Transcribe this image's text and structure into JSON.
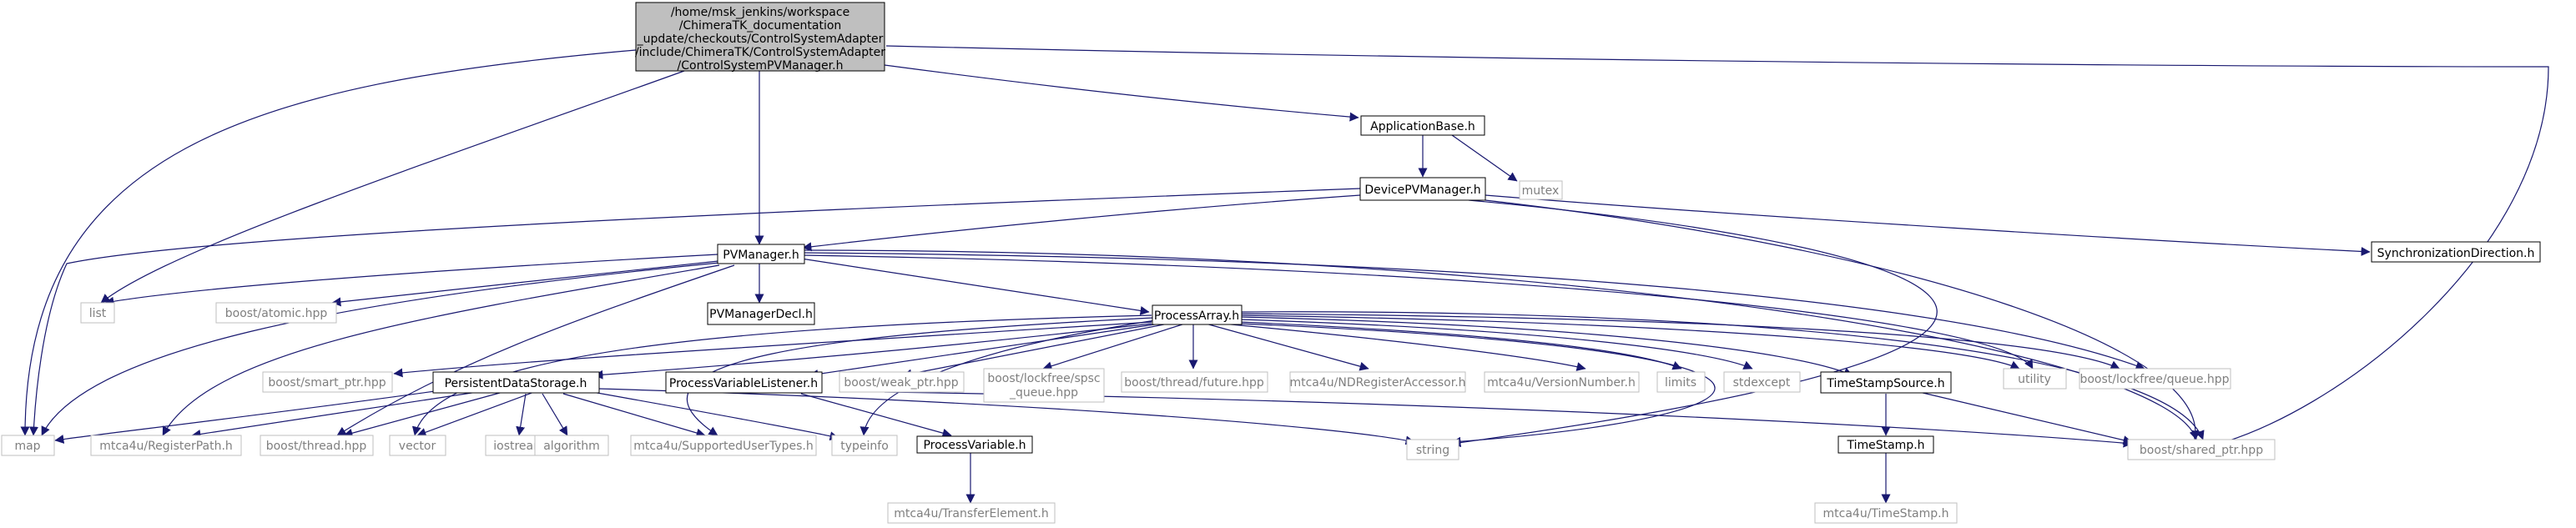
{
  "diagram": {
    "root": {
      "lines": [
        "/home/msk_jenkins/workspace",
        "/ChimeraTK_documentation",
        "_update/checkouts/ControlSystemAdapter",
        "/include/ChimeraTK/ControlSystemAdapter",
        "/ControlSystemPVManager.h"
      ]
    },
    "nodes": {
      "application_base": "ApplicationBase.h",
      "mutex": "mutex",
      "device_pv_manager": "DevicePVManager.h",
      "sync_direction": "SynchronizationDirection.h",
      "pv_manager": "PVManager.h",
      "list": "list",
      "boost_atomic": "boost/atomic.hpp",
      "pv_manager_decl": "PVManagerDecl.h",
      "process_array": "ProcessArray.h",
      "boost_smart_ptr": "boost/smart_ptr.hpp",
      "persistent_data_storage": "PersistentDataStorage.h",
      "process_variable_listener": "ProcessVariableListener.h",
      "boost_weak_ptr": "boost/weak_ptr.hpp",
      "boost_lockfree_spsc": [
        "boost/lockfree/spsc",
        "_queue.hpp"
      ],
      "boost_thread_future": "boost/thread/future.hpp",
      "nd_register_accessor": "mtca4u/NDRegisterAccessor.h",
      "version_number": "mtca4u/VersionNumber.h",
      "limits": "limits",
      "stdexcept": "stdexcept",
      "timestamp_source": "TimeStampSource.h",
      "utility": "utility",
      "boost_lockfree_queue": "boost/lockfree/queue.hpp",
      "map": "map",
      "register_path": "mtca4u/RegisterPath.h",
      "boost_thread": "boost/thread.hpp",
      "vector": "vector",
      "iostream": "iostream",
      "algorithm": "algorithm",
      "supported_user_types": "mtca4u/SupportedUserTypes.h",
      "typeinfo": "typeinfo",
      "string": "string",
      "process_variable": "ProcessVariable.h",
      "timestamp": "TimeStamp.h",
      "boost_shared_ptr": "boost/shared_ptr.hpp",
      "transfer_element": "mtca4u/TransferElement.h",
      "mtca4u_timestamp": "mtca4u/TimeStamp.h"
    },
    "colors": {
      "edge": "#191970",
      "root_fill": "#bfbfbf",
      "documented_border": "#000000",
      "external_border": "#bfbfbf",
      "external_text": "#7f7f7f"
    }
  }
}
